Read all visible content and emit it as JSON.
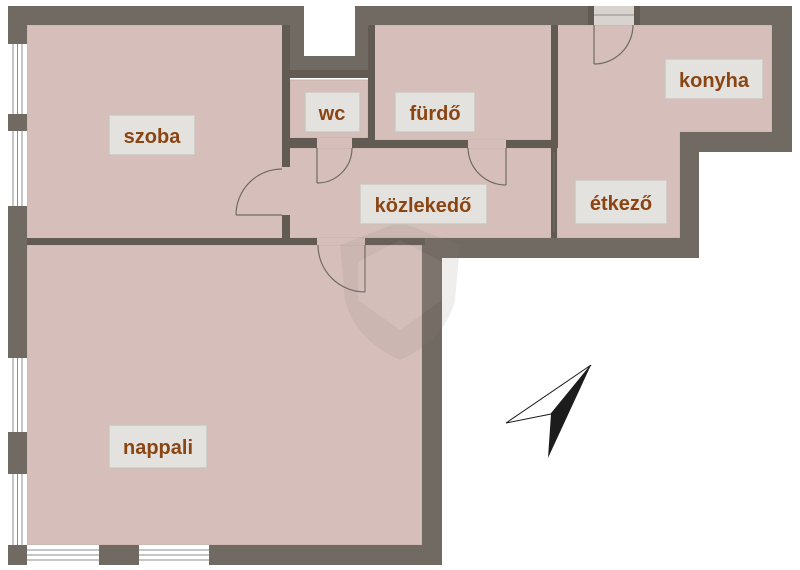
{
  "colors": {
    "wall": "#716a62",
    "wall_inner": "#625b53",
    "floor": "#d6bfbb",
    "floor_edge": "#c9b0ab",
    "label_bg": "#e4e2df",
    "label_border": "#c7c3bd",
    "label_text": "#8b4513",
    "door_line": "#6f6a66",
    "compass": "#1c1c1c"
  },
  "rooms": {
    "szoba": "szoba",
    "wc": "wc",
    "furdo": "fürdő",
    "konyha": "konyha",
    "kozlekedo": "közlekedő",
    "etkezo": "étkező",
    "nappali": "nappali"
  },
  "icons": {
    "compass": "north-arrow-icon",
    "watermark": "shield-watermark-icon"
  }
}
